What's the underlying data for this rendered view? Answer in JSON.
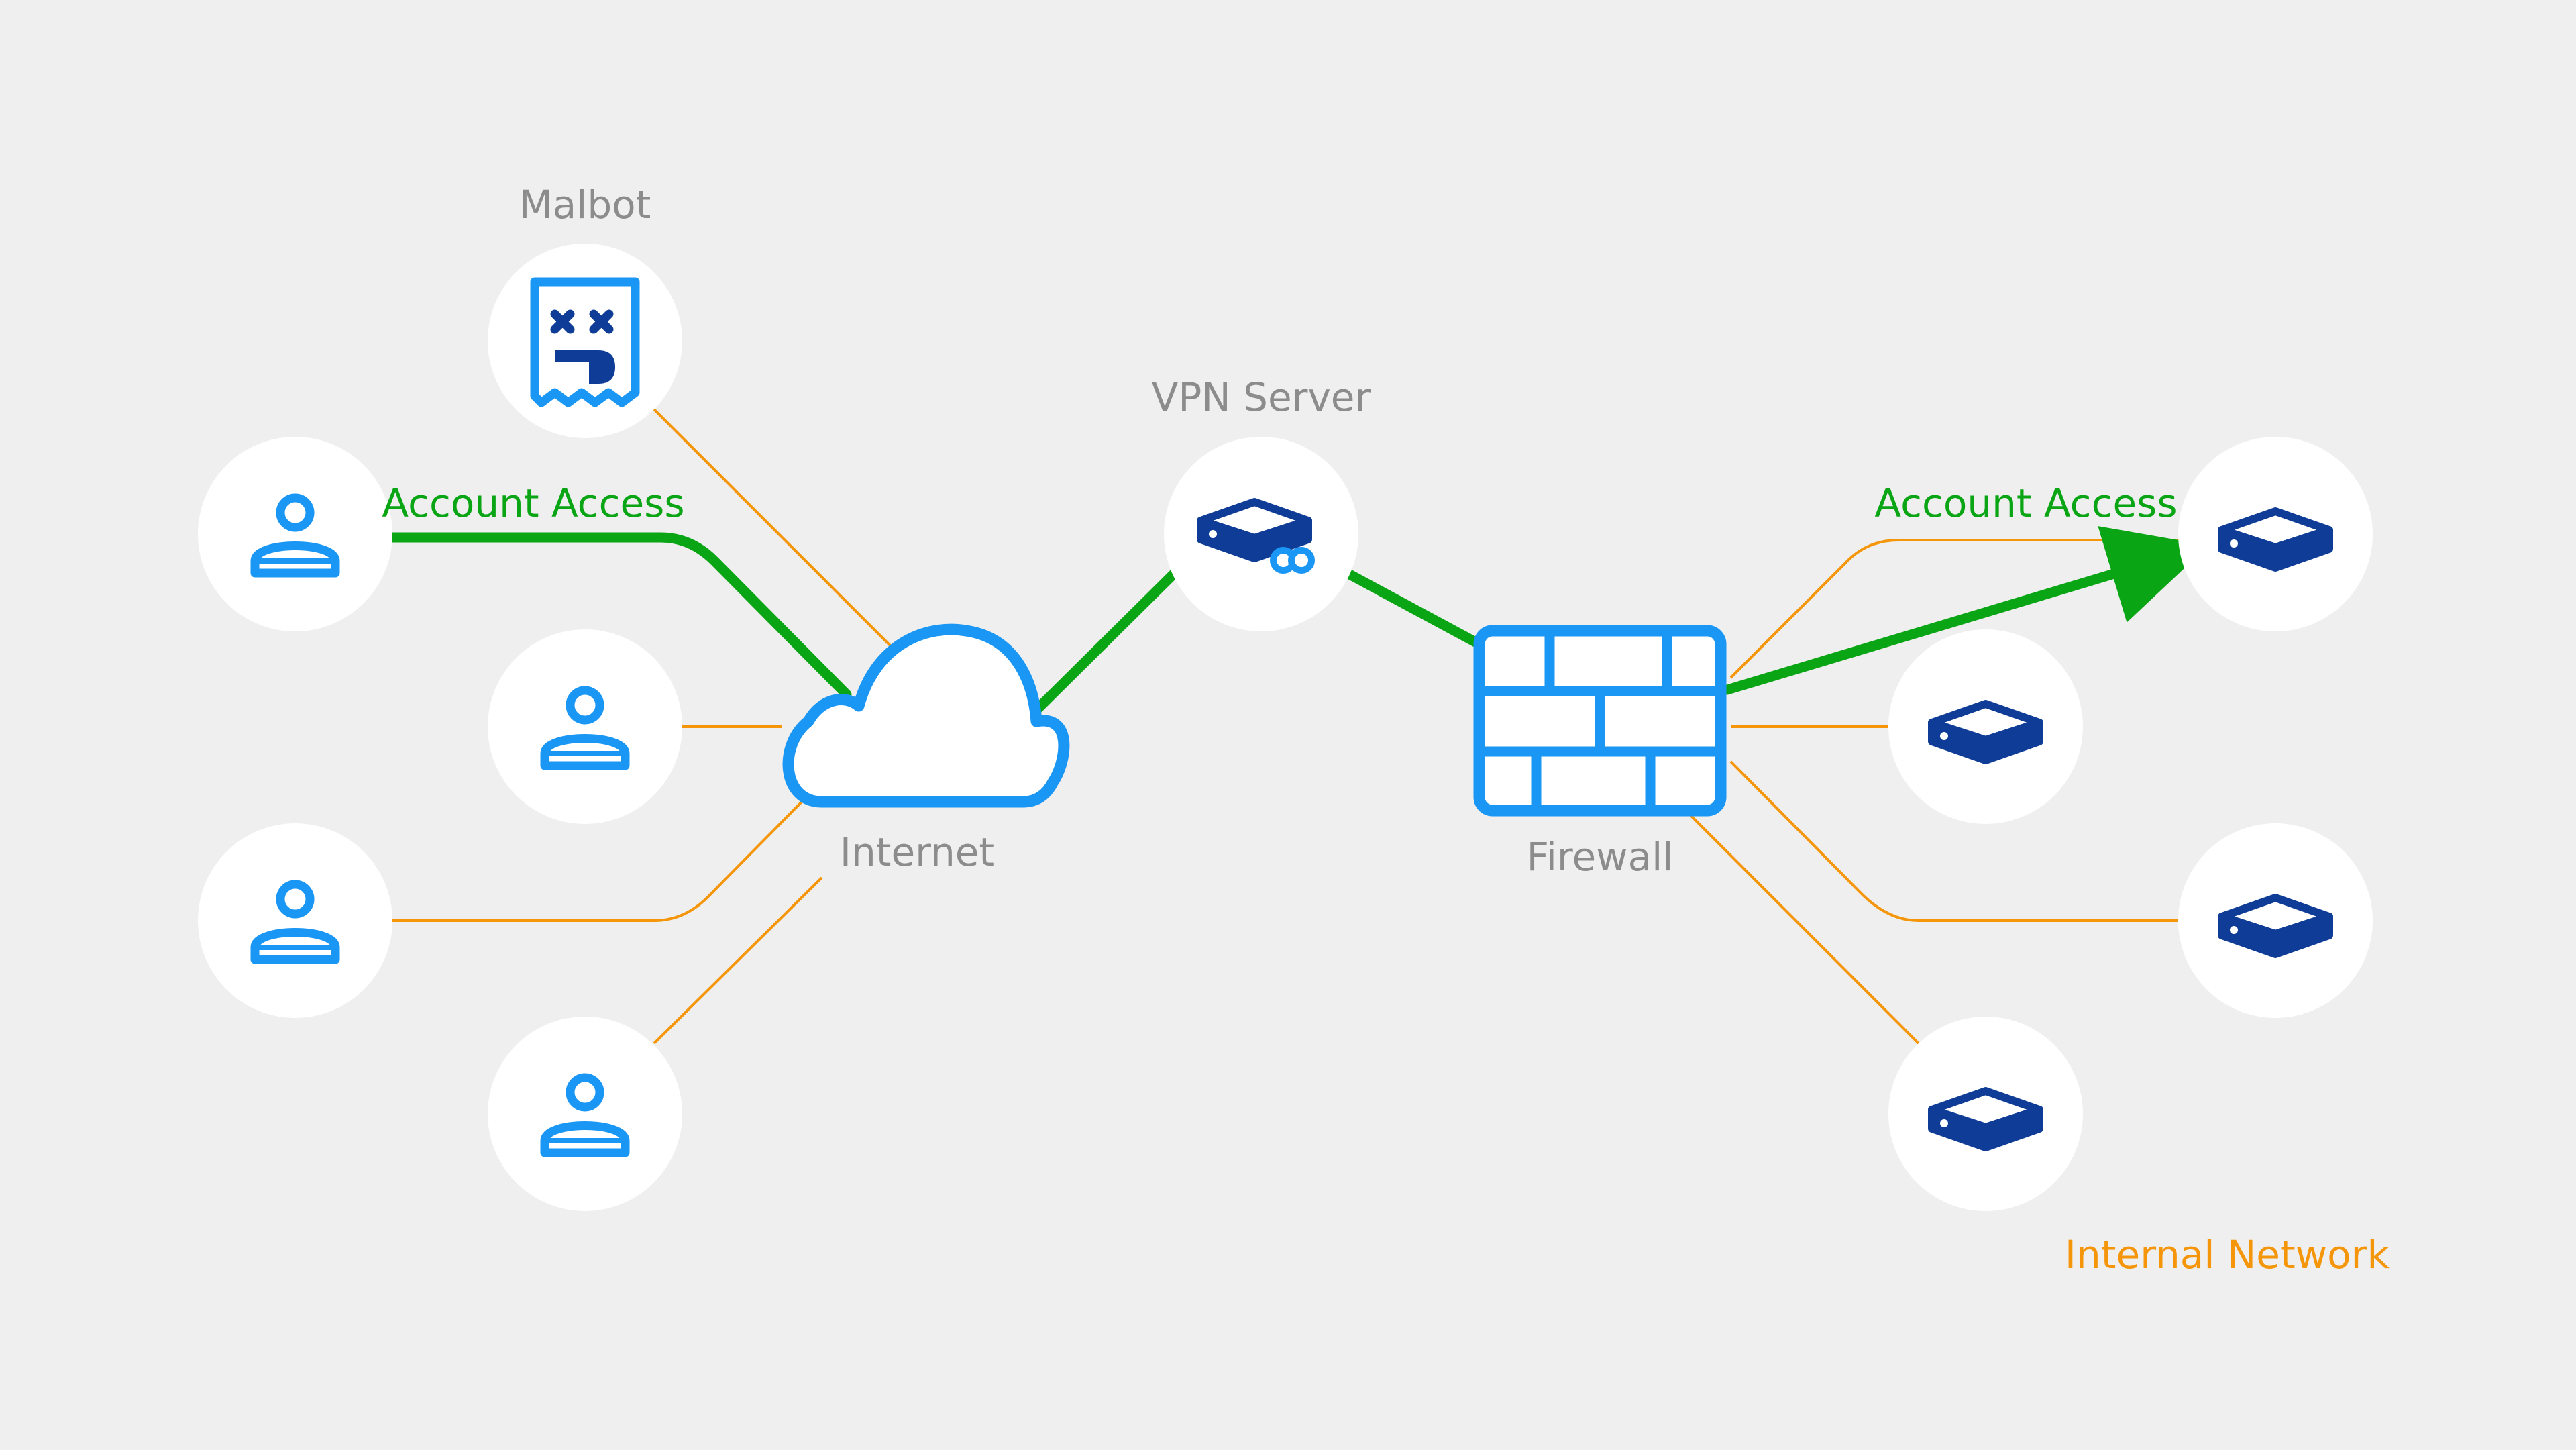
{
  "labels": {
    "malbot": "Malbot",
    "vpn_server": "VPN Server",
    "internet": "Internet",
    "firewall": "Firewall",
    "account_access_left": "Account Access",
    "account_access_right": "Account Access",
    "internal_network": "Internal Network"
  },
  "colors": {
    "background": "#efefef",
    "node_fill": "#ffffff",
    "icon_blue": "#1a96f5",
    "icon_navy": "#0f3c96",
    "access_green": "#0aa514",
    "label_gray": "#8c8c8c",
    "link_orange": "#f5960a"
  },
  "icons": {
    "user": "user-icon",
    "malbot": "malbot-icon",
    "vpn": "vpn-server-icon",
    "cloud": "cloud-icon",
    "firewall": "firewall-icon",
    "server": "server-icon"
  }
}
